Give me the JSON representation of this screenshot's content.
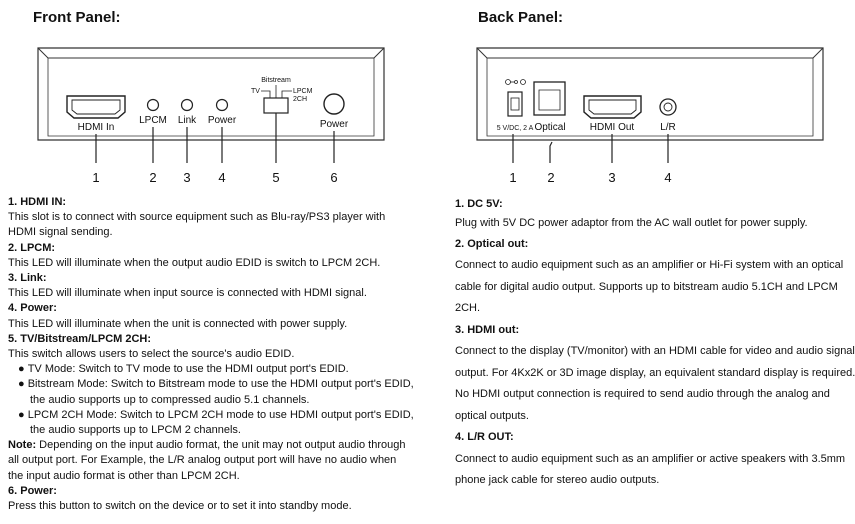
{
  "front": {
    "title": "Front Panel:",
    "labels": {
      "hdmi_in": "HDMI In",
      "lpcm": "LPCM",
      "link": "Link",
      "power_led": "Power",
      "power_btn": "Power",
      "switch_bitstream": "Bitstream",
      "switch_tv": "TV",
      "switch_lpcm": "LPCM",
      "switch_2ch": "2CH"
    },
    "callouts": [
      "1",
      "2",
      "3",
      "4",
      "5",
      "6"
    ]
  },
  "back": {
    "title": "Back Panel:",
    "labels": {
      "dc": "5 V/DC, 2 A",
      "optical": "Optical",
      "hdmi_out": "HDMI Out",
      "lr": "L/R"
    },
    "callouts": [
      "1",
      "2",
      "3",
      "4"
    ]
  },
  "front_desc": {
    "s1_head": "1. HDMI IN:",
    "s1_l1": "This slot is to connect with source equipment such as Blu-ray/PS3 player with",
    "s1_l2": "HDMI signal sending.",
    "s2_head": "2. LPCM:",
    "s2_l1": "This LED will illuminate when the output audio EDID is switch to LPCM 2CH.",
    "s3_head": "3. Link:",
    "s3_l1": "This LED will illuminate when input source is connected with HDMI signal.",
    "s4_head": "4. Power:",
    "s4_l1": "This LED will illuminate when the unit is connected with power supply.",
    "s5_head": "5. TV/Bitstream/LPCM 2CH:",
    "s5_l1": "This switch allows users to select the source's audio EDID.",
    "b1": "TV Mode: Switch to TV mode to use the HDMI output port's EDID.",
    "b2_l1": "Bitstream Mode: Switch to Bitstream mode to use the HDMI output port's EDID,",
    "b2_l2": "the audio supports up to compressed audio 5.1 channels.",
    "b3_l1": "LPCM 2CH Mode: Switch to LPCM 2CH mode to use HDMI output port's EDID,",
    "b3_l2": "the audio supports up to LPCM 2 channels.",
    "note_head": "Note:",
    "note_l1": " Depending on the input audio format, the unit may not output audio through",
    "note_l2": "all output port. For Example, the L/R analog output port will have no audio when",
    "note_l3": "the input audio format is other than LPCM 2CH.",
    "s6_head": "6. Power:",
    "s6_l1": "Press this button to switch on the device or to set it into standby mode."
  },
  "back_desc": {
    "s1_head": "1. DC 5V:",
    "s1_l1": "Plug with 5V DC power adaptor from the AC wall outlet for power supply.",
    "s2_head": "2. Optical out:",
    "s2_l1": "Connect to audio equipment such as an amplifier or Hi-Fi system with an optical",
    "s2_l2": "cable for digital audio output. Supports up to bitstream audio 5.1CH and LPCM",
    "s2_l3": "2CH.",
    "s3_head": "3. HDMI out:",
    "s3_l1": "Connect to the display (TV/monitor) with an HDMI cable for video and audio signal",
    "s3_l2": "output. For 4Kx2K or 3D image display, an equivalent standard display is required.",
    "s3_l3": "No HDMI output connection is required to send audio through the analog and",
    "s3_l4": "optical outputs.",
    "s4_head": "4. L/R OUT:",
    "s4_l1": "Connect to audio equipment such as an amplifier or active speakers with 3.5mm",
    "s4_l2": "phone jack cable for stereo audio outputs."
  }
}
